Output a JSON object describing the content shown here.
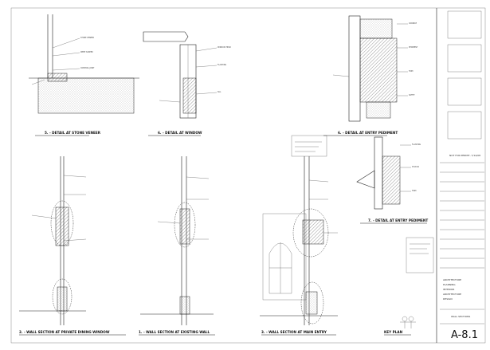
{
  "drawings": [
    {
      "number": "5.",
      "title": "DETAIL AT STONE VENEER"
    },
    {
      "number": "6.",
      "title": "DETAIL AT WINDOW"
    },
    {
      "number": "6.",
      "title": "DETAIL AT ENTRY PEDIMENT"
    },
    {
      "number": "7.",
      "title": "DETAIL AT ENTRY PEDIMENT"
    },
    {
      "number": "2.",
      "title": "WALL SECTION AT PRIVATE DINING WINDOW"
    },
    {
      "number": "1.",
      "title": "WALL SECTION AT EXISTING WALL"
    },
    {
      "number": "3.",
      "title": "WALL SECTION AT MAIN ENTRY"
    },
    {
      "number": "",
      "title": "KEY PLAN"
    }
  ],
  "title_block": {
    "issue_label": "NOT FOR PERMIT, 7/14/08",
    "firm_lines": [
      "ARCHITECTURE",
      "PLANNING",
      "INTERIOR",
      "ARCHITECTURE",
      "DESIGN"
    ],
    "sheet_title": "WALL SECTIONS",
    "sheet_number": "A-8.1"
  },
  "colors": {
    "ink": "#222222",
    "paper": "#ffffff"
  }
}
